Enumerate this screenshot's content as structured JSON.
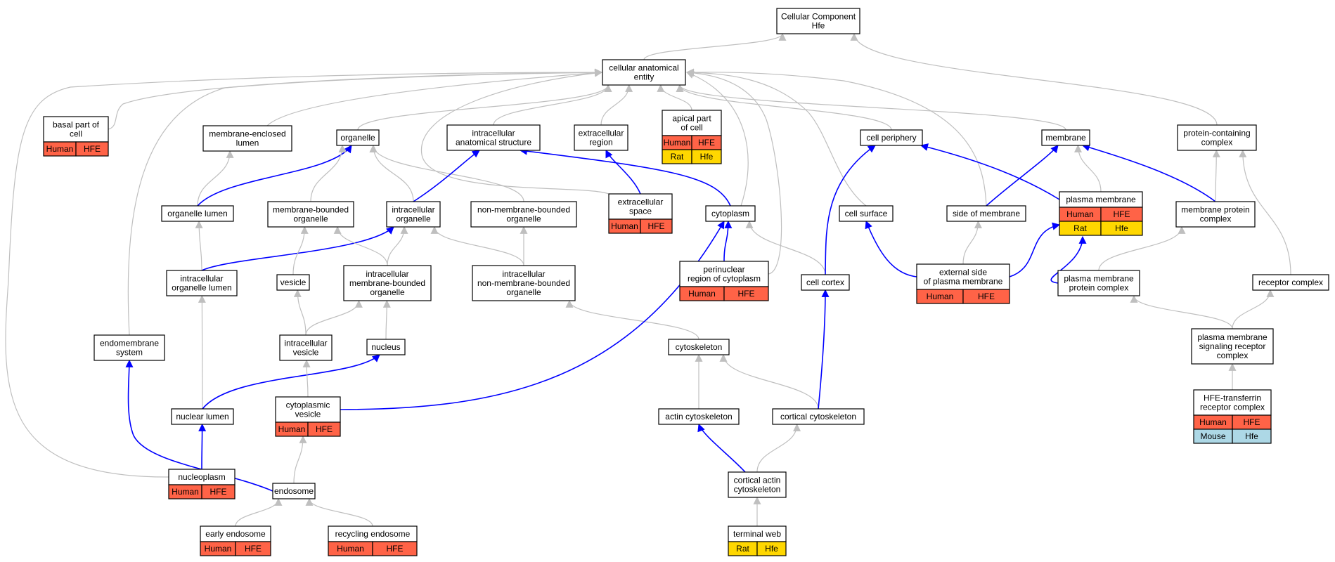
{
  "title": "Cellular Component Hfe",
  "colors": {
    "Human": "#ff6347",
    "Rat": "#ffd700",
    "Mouse": "#add8e6",
    "gray_edge": "#bfbfbf",
    "blue_edge": "#0000ff"
  },
  "nodes": {
    "root": {
      "lines": [
        "Cellular Component",
        "Hfe"
      ]
    },
    "cae": {
      "lines": [
        "cellular anatomical",
        "entity"
      ]
    },
    "basal": {
      "lines": [
        "basal part of",
        "cell"
      ],
      "rows": [
        [
          [
            "Human",
            "Human"
          ],
          [
            "Human",
            "HFE"
          ]
        ]
      ]
    },
    "mel": {
      "lines": [
        "membrane-enclosed",
        "lumen"
      ]
    },
    "organelle": {
      "lines": [
        "organelle"
      ]
    },
    "ias": {
      "lines": [
        "intracellular",
        "anatomical structure"
      ]
    },
    "ecr": {
      "lines": [
        "extracellular",
        "region"
      ]
    },
    "apical": {
      "lines": [
        "apical part",
        "of cell"
      ],
      "rows": [
        [
          [
            "Human",
            "Human"
          ],
          [
            "Human",
            "HFE"
          ]
        ],
        [
          [
            "Rat",
            "Rat"
          ],
          [
            "Rat",
            "Hfe"
          ]
        ]
      ]
    },
    "cp": {
      "lines": [
        "cell periphery"
      ]
    },
    "membrane": {
      "lines": [
        "membrane"
      ]
    },
    "pcc": {
      "lines": [
        "protein-containing",
        "complex"
      ]
    },
    "ol": {
      "lines": [
        "organelle lumen"
      ]
    },
    "mbo": {
      "lines": [
        "membrane-bounded",
        "organelle"
      ]
    },
    "io": {
      "lines": [
        "intracellular",
        "organelle"
      ]
    },
    "nmbo": {
      "lines": [
        "non-membrane-bounded",
        "organelle"
      ]
    },
    "ecs": {
      "lines": [
        "extracellular",
        "space"
      ],
      "rows": [
        [
          [
            "Human",
            "Human"
          ],
          [
            "Human",
            "HFE"
          ]
        ]
      ]
    },
    "cytoplasm": {
      "lines": [
        "cytoplasm"
      ]
    },
    "cs": {
      "lines": [
        "cell surface"
      ]
    },
    "som": {
      "lines": [
        "side of membrane"
      ]
    },
    "pm": {
      "lines": [
        "plasma membrane"
      ],
      "rows": [
        [
          [
            "Human",
            "Human"
          ],
          [
            "Human",
            "HFE"
          ]
        ],
        [
          [
            "Rat",
            "Rat"
          ],
          [
            "Rat",
            "Hfe"
          ]
        ]
      ]
    },
    "mpc": {
      "lines": [
        "membrane protein",
        "complex"
      ]
    },
    "iol": {
      "lines": [
        "intracellular",
        "organelle lumen"
      ]
    },
    "vesicle": {
      "lines": [
        "vesicle"
      ]
    },
    "imbo": {
      "lines": [
        "intracellular",
        "membrane-bounded",
        "organelle"
      ]
    },
    "inmbo": {
      "lines": [
        "intracellular",
        "non-membrane-bounded",
        "organelle"
      ]
    },
    "prc": {
      "lines": [
        "perinuclear",
        "region of cytoplasm"
      ],
      "rows": [
        [
          [
            "Human",
            "Human"
          ],
          [
            "Human",
            "HFE"
          ]
        ]
      ]
    },
    "cc": {
      "lines": [
        "cell cortex"
      ]
    },
    "espm": {
      "lines": [
        "external side",
        "of plasma membrane"
      ],
      "rows": [
        [
          [
            "Human",
            "Human"
          ],
          [
            "Human",
            "HFE"
          ]
        ]
      ]
    },
    "pmpc": {
      "lines": [
        "plasma membrane",
        "protein complex"
      ]
    },
    "rc": {
      "lines": [
        "receptor complex"
      ]
    },
    "ems": {
      "lines": [
        "endomembrane",
        "system"
      ]
    },
    "iv": {
      "lines": [
        "intracellular",
        "vesicle"
      ]
    },
    "nucleus": {
      "lines": [
        "nucleus"
      ]
    },
    "cytoskeleton": {
      "lines": [
        "cytoskeleton"
      ]
    },
    "pmsrc": {
      "lines": [
        "plasma membrane",
        "signaling receptor",
        "complex"
      ]
    },
    "nl": {
      "lines": [
        "nuclear lumen"
      ]
    },
    "cv": {
      "lines": [
        "cytoplasmic",
        "vesicle"
      ],
      "rows": [
        [
          [
            "Human",
            "Human"
          ],
          [
            "Human",
            "HFE"
          ]
        ]
      ]
    },
    "acs": {
      "lines": [
        "actin cytoskeleton"
      ]
    },
    "ccs": {
      "lines": [
        "cortical cytoskeleton"
      ]
    },
    "htrc": {
      "lines": [
        "HFE-transferrin",
        "receptor complex"
      ],
      "rows": [
        [
          [
            "Human",
            "Human"
          ],
          [
            "Human",
            "HFE"
          ]
        ],
        [
          [
            "Mouse",
            "Mouse"
          ],
          [
            "Mouse",
            "Hfe"
          ]
        ]
      ]
    },
    "np": {
      "lines": [
        "nucleoplasm"
      ],
      "rows": [
        [
          [
            "Human",
            "Human"
          ],
          [
            "Human",
            "HFE"
          ]
        ]
      ]
    },
    "endosome": {
      "lines": [
        "endosome"
      ]
    },
    "cacs": {
      "lines": [
        "cortical actin",
        "cytoskeleton"
      ]
    },
    "ee": {
      "lines": [
        "early endosome"
      ],
      "rows": [
        [
          [
            "Human",
            "Human"
          ],
          [
            "Human",
            "HFE"
          ]
        ]
      ]
    },
    "re": {
      "lines": [
        "recycling endosome"
      ],
      "rows": [
        [
          [
            "Human",
            "Human"
          ],
          [
            "Human",
            "HFE"
          ]
        ]
      ]
    },
    "tw": {
      "lines": [
        "terminal web"
      ],
      "rows": [
        [
          [
            "Rat",
            "Rat"
          ],
          [
            "Rat",
            "Hfe"
          ]
        ]
      ]
    }
  },
  "edges": [
    [
      "cae",
      "root",
      "gray"
    ],
    [
      "pcc",
      "root",
      "gray"
    ],
    [
      "basal",
      "cae",
      "gray"
    ],
    [
      "mel",
      "cae",
      "gray"
    ],
    [
      "organelle",
      "cae",
      "gray"
    ],
    [
      "ias",
      "cae",
      "gray"
    ],
    [
      "ecr",
      "cae",
      "gray"
    ],
    [
      "apical",
      "cae",
      "gray"
    ],
    [
      "cp",
      "cae",
      "gray"
    ],
    [
      "membrane",
      "cae",
      "gray"
    ],
    [
      "cytoplasm",
      "cae",
      "gray"
    ],
    [
      "ecs",
      "cae",
      "gray"
    ],
    [
      "prc",
      "cae",
      "gray"
    ],
    [
      "cs",
      "cae",
      "gray"
    ],
    [
      "som",
      "cae",
      "gray"
    ],
    [
      "ems",
      "cae",
      "gray"
    ],
    [
      "np",
      "cae",
      "gray"
    ],
    [
      "ol",
      "mel",
      "gray"
    ],
    [
      "ol",
      "organelle",
      "blue"
    ],
    [
      "mbo",
      "organelle",
      "gray"
    ],
    [
      "io",
      "organelle",
      "gray"
    ],
    [
      "nmbo",
      "organelle",
      "gray"
    ],
    [
      "io",
      "ias",
      "blue"
    ],
    [
      "cytoplasm",
      "ias",
      "blue"
    ],
    [
      "ecs",
      "ecr",
      "blue"
    ],
    [
      "som",
      "membrane",
      "blue"
    ],
    [
      "pm",
      "membrane",
      "gray"
    ],
    [
      "pm",
      "cp",
      "blue"
    ],
    [
      "mpc",
      "membrane",
      "blue"
    ],
    [
      "mpc",
      "pcc",
      "gray"
    ],
    [
      "rc",
      "pcc",
      "gray"
    ],
    [
      "iol",
      "ol",
      "gray"
    ],
    [
      "iol",
      "io",
      "blue"
    ],
    [
      "vesicle",
      "mbo",
      "gray"
    ],
    [
      "imbo",
      "mbo",
      "gray"
    ],
    [
      "imbo",
      "io",
      "gray"
    ],
    [
      "inmbo",
      "io",
      "gray"
    ],
    [
      "inmbo",
      "nmbo",
      "gray"
    ],
    [
      "prc",
      "cytoplasm",
      "blue"
    ],
    [
      "cc",
      "cytoplasm",
      "gray"
    ],
    [
      "cc",
      "cp",
      "blue"
    ],
    [
      "espm",
      "cs",
      "blue"
    ],
    [
      "espm",
      "som",
      "gray"
    ],
    [
      "espm",
      "pm",
      "blue"
    ],
    [
      "pmpc",
      "pm",
      "blue"
    ],
    [
      "pmpc",
      "mpc",
      "gray"
    ],
    [
      "pmsrc",
      "pmpc",
      "gray"
    ],
    [
      "pmsrc",
      "rc",
      "gray"
    ],
    [
      "htrc",
      "pmsrc",
      "gray"
    ],
    [
      "iv",
      "vesicle",
      "gray"
    ],
    [
      "iv",
      "imbo",
      "gray"
    ],
    [
      "nucleus",
      "imbo",
      "gray"
    ],
    [
      "cytoskeleton",
      "inmbo",
      "gray"
    ],
    [
      "nl",
      "iol",
      "gray"
    ],
    [
      "nl",
      "nucleus",
      "blue"
    ],
    [
      "cv",
      "iv",
      "gray"
    ],
    [
      "cv",
      "cytoplasm",
      "blue"
    ],
    [
      "acs",
      "cytoskeleton",
      "gray"
    ],
    [
      "ccs",
      "cytoskeleton",
      "gray"
    ],
    [
      "ccs",
      "cc",
      "blue"
    ],
    [
      "np",
      "nl",
      "blue"
    ],
    [
      "endosome",
      "cv",
      "gray"
    ],
    [
      "endosome",
      "ems",
      "blue"
    ],
    [
      "cacs",
      "acs",
      "blue"
    ],
    [
      "cacs",
      "ccs",
      "gray"
    ],
    [
      "ee",
      "endosome",
      "gray"
    ],
    [
      "re",
      "endosome",
      "gray"
    ],
    [
      "tw",
      "cacs",
      "gray"
    ]
  ]
}
